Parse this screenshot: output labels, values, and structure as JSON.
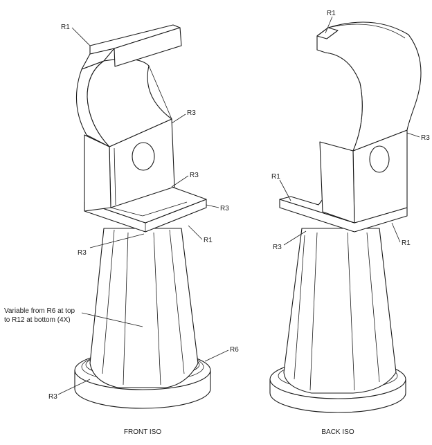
{
  "views": {
    "front_label": "FRONT ISO",
    "back_label": "BACK ISO"
  },
  "callouts": {
    "front": {
      "r1_top": "R1",
      "r3_neck": "R3",
      "r3_shelf": "R3",
      "r3_shelf_edge": "R3",
      "r1_shelf": "R1",
      "r3_base_top": "R3",
      "note_line1": "Variable from R6 at top",
      "note_line2": "to R12 at bottom (4X)",
      "r6": "R6",
      "r3_base": "R3"
    },
    "back": {
      "r1_top": "R1",
      "r3_side": "R3",
      "r1_left": "R1",
      "r3_bottom": "R3",
      "r1_right": "R1"
    }
  }
}
